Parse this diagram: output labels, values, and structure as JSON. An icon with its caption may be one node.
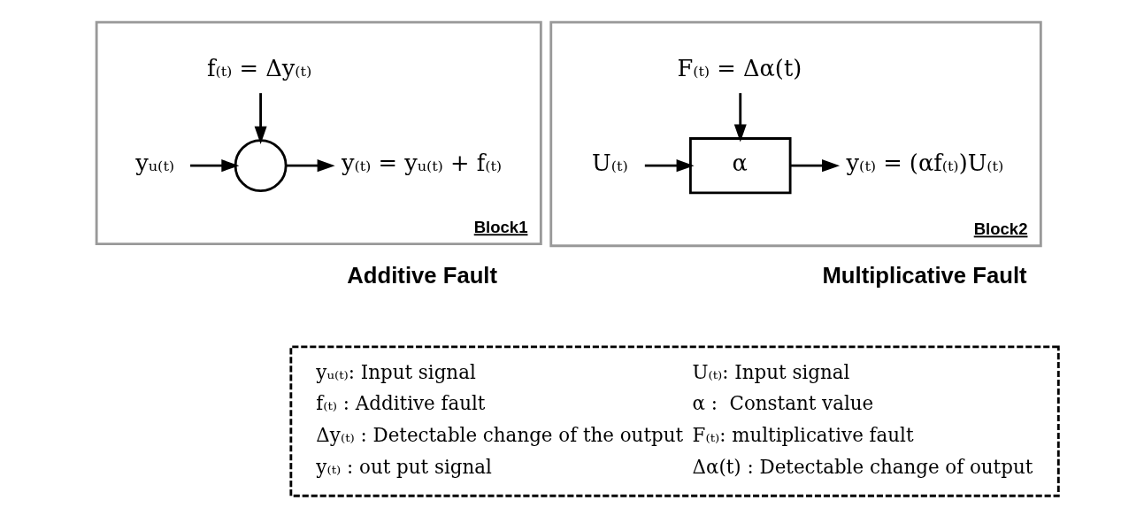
{
  "diagram": {
    "nodes": [
      {
        "text": [
          "Block1"
        ],
        "beside": [
          "Additive Fault"
        ]
      },
      {
        "text": [
          "f₍ₜ₎ = Δy₍ₜ₎"
        ],
        "in": 0
      },
      {
        "text": [
          "yᵤ₍ₜ₎"
        ],
        "in": 0
      },
      {
        "text": [],
        "shape": "circle",
        "in": 0
      },
      {
        "text": [
          "y₍ₜ₎ = yᵤ₍ₜ₎ + f₍ₜ₎"
        ],
        "in": 0
      },
      {
        "text": [
          "Block2"
        ],
        "beside": [
          "Multiplicative Fault"
        ]
      },
      {
        "text": [
          "F₍ₜ₎ = Δα(t)"
        ],
        "in": 5
      },
      {
        "text": [
          "U₍ₜ₎"
        ],
        "in": 5
      },
      {
        "text": [
          "α"
        ],
        "in": 5
      },
      {
        "text": [
          "y₍ₜ₎ = (αf₍ₜ₎)U₍ₜ₎"
        ],
        "in": 5
      },
      {
        "text": [
          "yᵤ₍ₜ₎: Input signal",
          "f₍ₜ₎ : Additive fault",
          "Δy₍ₜ₎ : Detectable change of the output",
          "y₍ₜ₎ : out put signal",
          "U₍ₜ₎: Input signal",
          "α :  Constant value",
          "F₍ₜ₎: multiplicative fault",
          "Δα(t) : Detectable change of output"
        ]
      }
    ],
    "edges": [
      {
        "from": 1,
        "to": 3,
        "arrow": "to"
      },
      {
        "from": 2,
        "to": 3,
        "arrow": "to"
      },
      {
        "from": 3,
        "to": 4,
        "arrow": "to"
      },
      {
        "from": 6,
        "to": 8,
        "arrow": "to"
      },
      {
        "from": 7,
        "to": 8,
        "arrow": "to"
      },
      {
        "from": 8,
        "to": 9,
        "arrow": "to"
      }
    ]
  }
}
